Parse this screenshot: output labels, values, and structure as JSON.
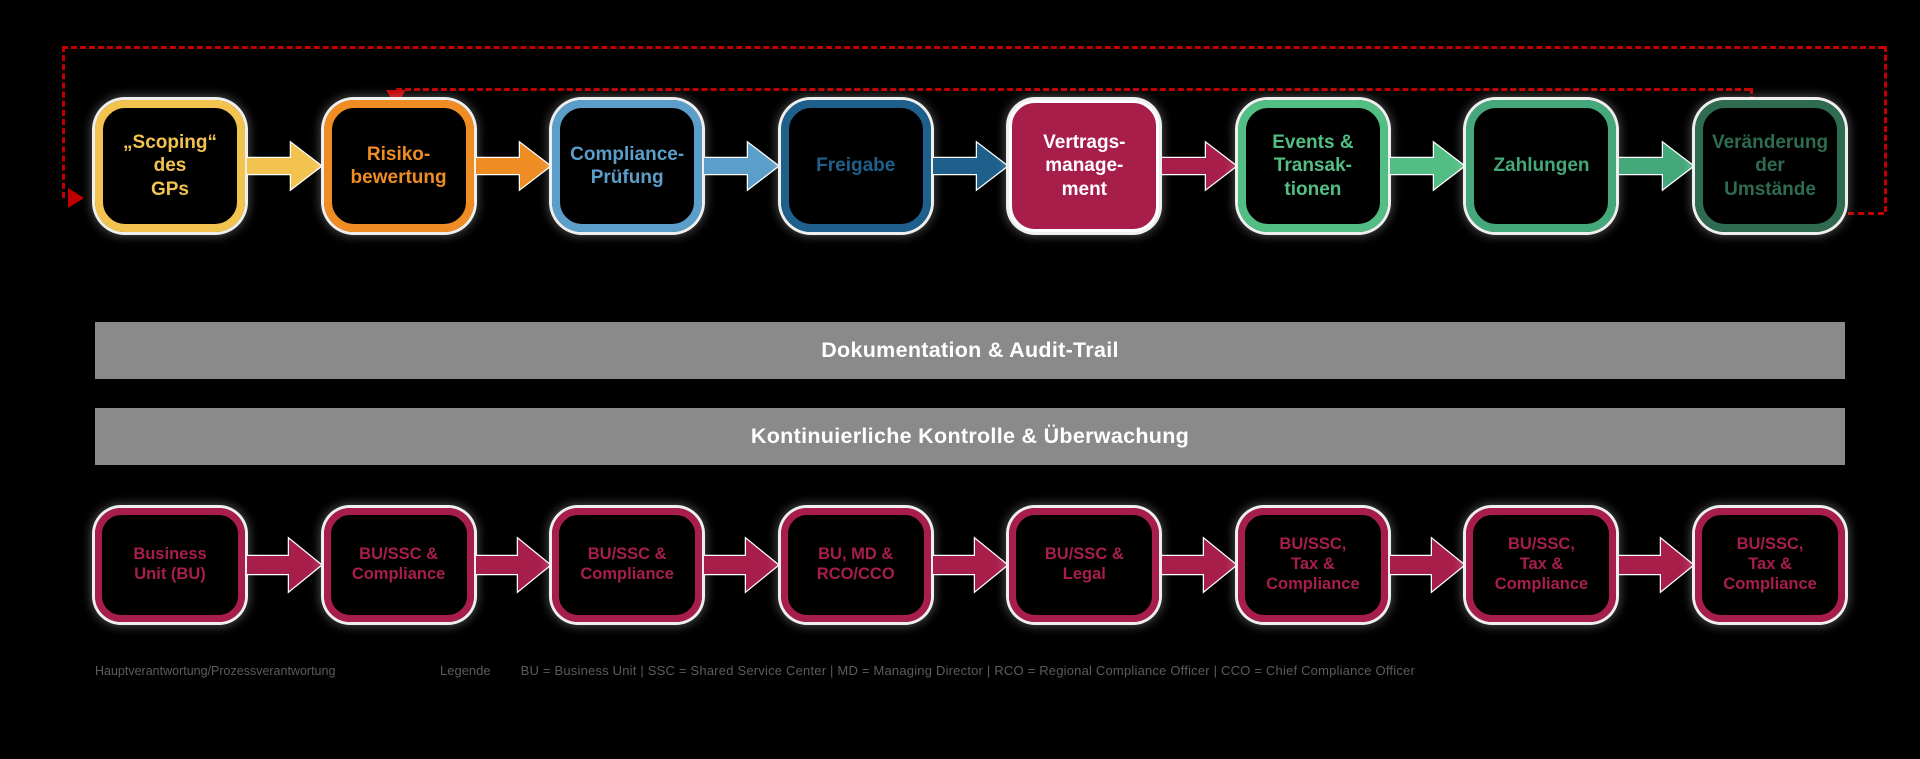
{
  "background": "#000000",
  "feedback_color": "#C00000",
  "top_flow": {
    "boxes": [
      {
        "label": "„Scoping“\ndes\nGPs",
        "color": "#F3C34F"
      },
      {
        "label": "Risiko-\nbewertung",
        "color": "#EF8C23"
      },
      {
        "label": "Compliance-\nPrüfung",
        "color": "#5B9EC9"
      },
      {
        "label": "Freigabe",
        "color": "#1E5F8C"
      },
      {
        "label": "Vertrags-\nmanage-\nment",
        "color": "#FFFFFF",
        "fill": "#A81E4B"
      },
      {
        "label": "Events &\nTransak-\ntionen",
        "color": "#53BE83"
      },
      {
        "label": "Zahlungen",
        "color": "#44A87A"
      },
      {
        "label": "Veränderung\nder\nUmstände",
        "color": "#2E6B50"
      }
    ],
    "arrow_colors": [
      "#F3C34F",
      "#EF8C23",
      "#5B9EC9",
      "#1E5F8C",
      "#A81E4B",
      "#53BE83",
      "#44A87A"
    ]
  },
  "bars": [
    {
      "label": "Dokumentation & Audit-Trail"
    },
    {
      "label": "Kontinuierliche Kontrolle & Überwachung"
    }
  ],
  "bottom_flow": {
    "color": "#A81E4B",
    "boxes": [
      {
        "label": "Business\nUnit (BU)"
      },
      {
        "label": "BU/SSC &\nCompliance"
      },
      {
        "label": "BU/SSC &\nCompliance"
      },
      {
        "label": "BU, MD &\nRCO/CCO"
      },
      {
        "label": "BU/SSC &\nLegal"
      },
      {
        "label": "BU/SSC,\nTax &\nCompliance"
      },
      {
        "label": "BU/SSC,\nTax &\nCompliance"
      },
      {
        "label": "BU/SSC,\nTax &\nCompliance"
      }
    ]
  },
  "legend": {
    "caption": "Hauptverantwortung/Prozessverantwortung",
    "label": "Legende",
    "items": [
      "BU = Business Unit",
      "SSC = Shared Service Center",
      "MD = Managing Director",
      "RCO = Regional Compliance Officer",
      "CCO = Chief Compliance Officer"
    ]
  }
}
